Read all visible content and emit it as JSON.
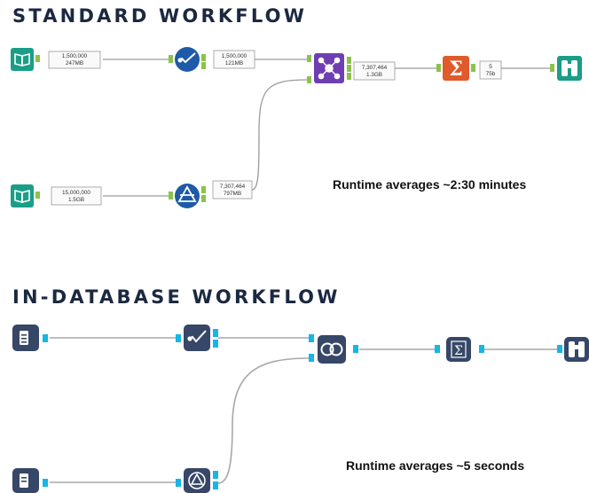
{
  "standard": {
    "title": "STANDARD WORKFLOW",
    "runtime": "Runtime averages ~2:30 minutes",
    "stats": {
      "input1": [
        "1,500,000",
        "247MB"
      ],
      "filter": [
        "1,500,000",
        "121MB"
      ],
      "input2": [
        "15,000,000",
        "1.5GB"
      ],
      "formula": [
        "7,307,464",
        "797MB"
      ],
      "join": [
        "7,307,464",
        "1.3GB"
      ],
      "summarize": [
        "5",
        "75b"
      ]
    },
    "icons": [
      "book-input-icon",
      "filter-check-icon",
      "join-icon",
      "summarize-sigma-icon",
      "browse-binoculars-icon",
      "formula-triangle-icon"
    ]
  },
  "indb": {
    "title": "IN-DATABASE WORKFLOW",
    "runtime": "Runtime averages ~5 seconds",
    "icons": [
      "connect-in-db-icon",
      "filter-in-db-icon",
      "join-in-db-icon",
      "summarize-in-db-icon",
      "browse-in-db-icon",
      "formula-in-db-icon"
    ]
  },
  "colors": {
    "heading": "#1b2840",
    "teal": "#1a9e87",
    "blue": "#1e5aa8",
    "purple": "#6e3fb3",
    "orange": "#e05a2b",
    "green_anchor": "#8bc34a",
    "navy_tool": "#364767",
    "cyan_anchor": "#16b6e6"
  }
}
